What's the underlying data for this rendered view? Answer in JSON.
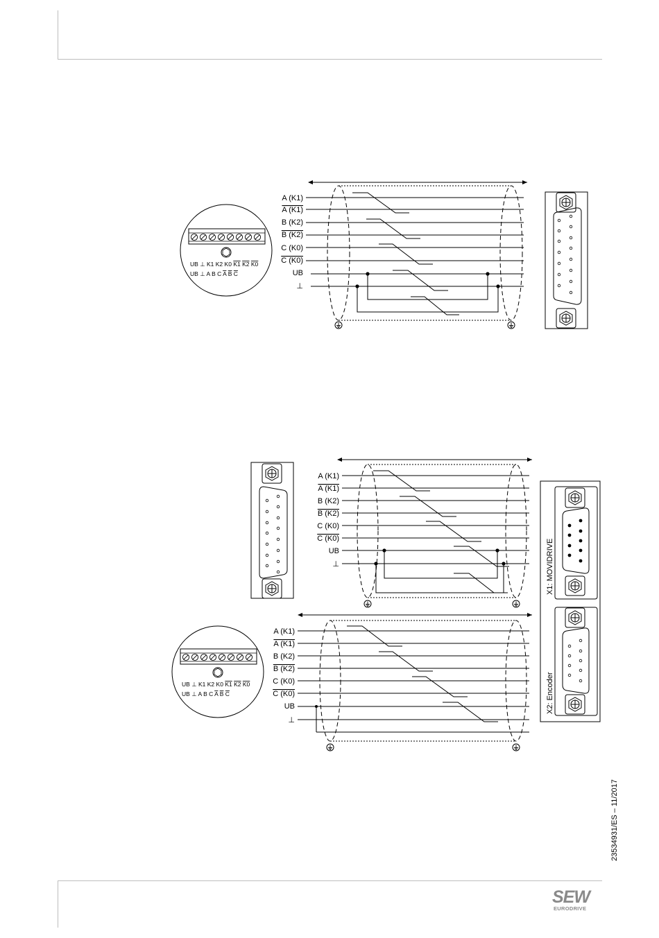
{
  "signals": [
    "A (K1)",
    "A (K1)",
    "B (K2)",
    "B (K2)",
    "C (K0)",
    "C (K0)",
    "UB",
    "⊥"
  ],
  "terminal_labels_top": [
    "UB",
    "⊥",
    "K1",
    "K2",
    "K0",
    "K1",
    "K2",
    "K0"
  ],
  "terminal_labels_bottom": [
    "UB",
    "⊥",
    "A",
    "B",
    "C",
    "A",
    "B",
    "C"
  ],
  "connector_labels": {
    "x1": "X1: MOVIDRIVE",
    "x2": "X2: Encoder"
  },
  "document_number": "23534931/ES – 11/2017",
  "brand": {
    "line1": "SEW",
    "line2": "EURODRIVE"
  },
  "colors": {
    "frame": "#bdbdbd",
    "ink": "#000000",
    "brand": "#8a8a8a"
  }
}
